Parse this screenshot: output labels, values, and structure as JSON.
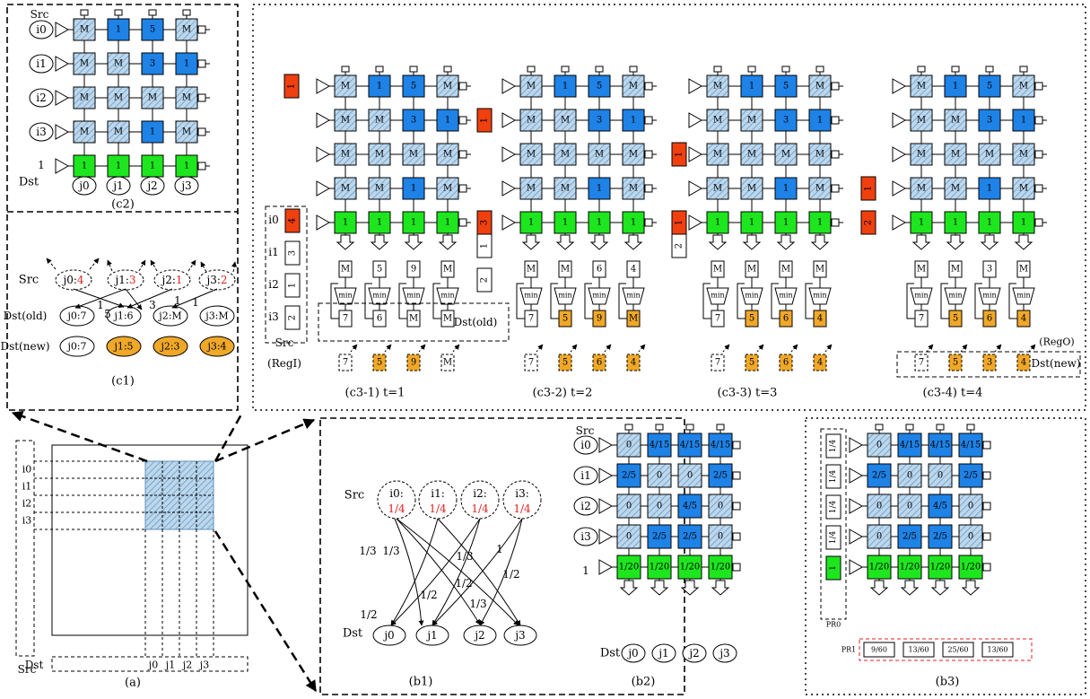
{
  "captions": {
    "a": "(a)",
    "b1": "(b1)",
    "b2": "(b2)",
    "b3": "(b3)",
    "c1": "(c1)",
    "c2": "(c2)",
    "c3_1": "(c3-1) t=1",
    "c3_2": "(c3-2) t=2",
    "c3_3": "(c3-3) t=3",
    "c3_4": "(c3-4) t=4"
  },
  "labels": {
    "src": "Src",
    "dst": "Dst",
    "dst_old": "Dst(old)",
    "dst_new": "Dst(new)",
    "regi": "(RegI)",
    "rego": "(RegO)",
    "pr0": "PR0",
    "pr1": "PR1",
    "min": "min",
    "one": "1"
  },
  "colors": {
    "hatch": "#bcd7ec",
    "hatch_line": "#5f91bd",
    "blue": "#1e82e6",
    "green": "#1ee61e",
    "orange": "#f0a828",
    "red": "#f04010",
    "accent_red": "#e02020"
  },
  "src_nodes": [
    "i0",
    "i1",
    "i2",
    "i3"
  ],
  "dst_nodes": [
    "j0",
    "j1",
    "j2",
    "j3"
  ],
  "c2_grid": [
    [
      "M",
      "1",
      "5",
      "M"
    ],
    [
      "M",
      "M",
      "3",
      "1"
    ],
    [
      "M",
      "M",
      "M",
      "M"
    ],
    [
      "M",
      "M",
      "1",
      "M"
    ],
    [
      "1",
      "1",
      "1",
      "1"
    ]
  ],
  "c1": {
    "src_nodes": [
      {
        "name": "j0:",
        "val": "4"
      },
      {
        "name": "j1:",
        "val": "3"
      },
      {
        "name": "j2:",
        "val": "1"
      },
      {
        "name": "j3:",
        "val": "2"
      }
    ],
    "old_nodes": [
      "j0:7",
      "j1:6",
      "j2:M",
      "j3:M"
    ],
    "new_nodes": [
      "j0:7",
      "j1:5",
      "j2:3",
      "j3:4"
    ],
    "edge_labels": [
      "1",
      "5",
      "3",
      "1",
      "1"
    ]
  },
  "regi_values": [
    "4",
    "3",
    "1",
    "2"
  ],
  "c3": [
    {
      "moving": [
        "1",
        "",
        "",
        "",
        "4"
      ],
      "pending": [
        "3",
        "1",
        "2"
      ],
      "received": [
        "M",
        "5",
        "9",
        "M"
      ],
      "old": [
        "7",
        "6",
        "M",
        "M"
      ],
      "new": [
        "7",
        "5",
        "9",
        "M"
      ]
    },
    {
      "moving": [
        "",
        "1",
        "",
        "",
        "3"
      ],
      "pending": [
        "1",
        "2"
      ],
      "received": [
        "M",
        "M",
        "6",
        "4"
      ],
      "old": [
        "7",
        "5",
        "9",
        "M"
      ],
      "new": [
        "7",
        "5",
        "6",
        "4"
      ]
    },
    {
      "moving": [
        "",
        "",
        "1",
        "",
        "1"
      ],
      "pending": [
        "2"
      ],
      "received": [
        "M",
        "M",
        "M",
        "M"
      ],
      "old": [
        "7",
        "5",
        "6",
        "4"
      ],
      "new": [
        "7",
        "5",
        "6",
        "4"
      ]
    },
    {
      "moving": [
        "",
        "",
        "",
        "1",
        "2"
      ],
      "pending": [],
      "received": [
        "M",
        "M",
        "3",
        "M"
      ],
      "old": [
        "7",
        "5",
        "6",
        "4"
      ],
      "new": [
        "7",
        "5",
        "3",
        "4"
      ]
    }
  ],
  "b1": {
    "src_nodes": [
      "i0:",
      "i1:",
      "i2:",
      "i3:"
    ],
    "src_vals": [
      "1/4",
      "1/4",
      "1/4",
      "1/4"
    ],
    "edge_labels": [
      "1/3",
      "1/3",
      "1/2",
      "1",
      "1/3",
      "1/2",
      "1/2",
      "1/2",
      "1/3"
    ]
  },
  "b2_grid": [
    [
      "0",
      "4/15",
      "4/15",
      "4/15"
    ],
    [
      "2/5",
      "0",
      "0",
      "2/5"
    ],
    [
      "0",
      "0",
      "4/5",
      "0"
    ],
    [
      "0",
      "2/5",
      "2/5",
      "0"
    ],
    [
      "1/20",
      "1/20",
      "1/20",
      "1/20"
    ]
  ],
  "b3": {
    "pr0": [
      "1/4",
      "1/4",
      "1/4",
      "1/4",
      "1"
    ],
    "pr1": [
      "9/60",
      "13/60",
      "25/60",
      "13/60"
    ]
  }
}
